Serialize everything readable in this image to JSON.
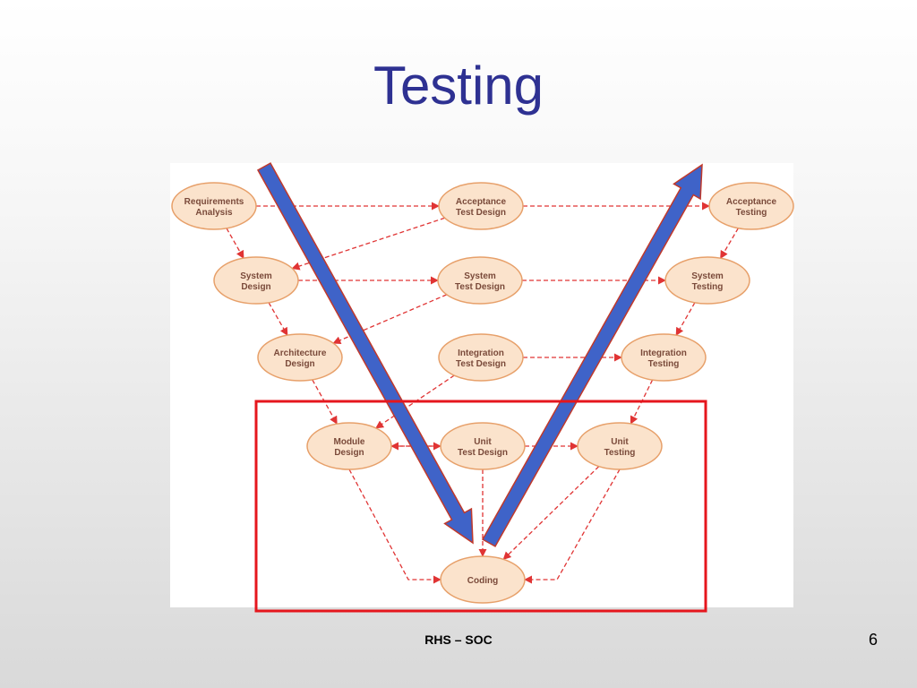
{
  "slide": {
    "title": "Testing",
    "footer": "RHS – SOC",
    "page_number": "6"
  },
  "diagram": {
    "colors": {
      "node_fill": "#fbe3cc",
      "node_stroke": "#e7a06a",
      "node_text": "#7a4a3a",
      "dashed_arrow": "#e03434",
      "big_arrow_fill": "#3f63c8",
      "big_arrow_stroke": "#c0392b",
      "highlight_box": "#e5161d"
    },
    "nodes": [
      {
        "id": "requirements-analysis",
        "lines": [
          "Requirements",
          "Analysis"
        ]
      },
      {
        "id": "acceptance-test-design",
        "lines": [
          "Acceptance",
          "Test Design"
        ]
      },
      {
        "id": "acceptance-testing",
        "lines": [
          "Acceptance",
          "Testing"
        ]
      },
      {
        "id": "system-design",
        "lines": [
          "System",
          "Design"
        ]
      },
      {
        "id": "system-test-design",
        "lines": [
          "System",
          "Test Design"
        ]
      },
      {
        "id": "system-testing",
        "lines": [
          "System",
          "Testing"
        ]
      },
      {
        "id": "architecture-design",
        "lines": [
          "Architecture",
          "Design"
        ]
      },
      {
        "id": "integration-test-design",
        "lines": [
          "Integration",
          "Test Design"
        ]
      },
      {
        "id": "integration-testing",
        "lines": [
          "Integration",
          "Testing"
        ]
      },
      {
        "id": "module-design",
        "lines": [
          "Module",
          "Design"
        ]
      },
      {
        "id": "unit-test-design",
        "lines": [
          "Unit",
          "Test Design"
        ]
      },
      {
        "id": "unit-testing",
        "lines": [
          "Unit",
          "Testing"
        ]
      },
      {
        "id": "coding",
        "lines": [
          "Coding"
        ]
      }
    ]
  }
}
